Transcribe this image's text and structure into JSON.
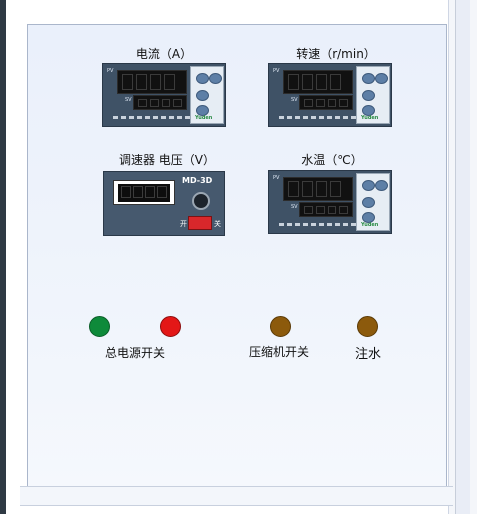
{
  "colors": {
    "lamp_power_on": "#0e8a3a",
    "lamp_power_off": "#e31717",
    "lamp_compressor": "#8c5a0c",
    "lamp_water": "#8c5a0c",
    "meter_body": "#3f5266",
    "cabinet": "#eaf0fb"
  },
  "meters": {
    "current": {
      "label": "电流（A）",
      "pv_text": "PV",
      "sv_text": "SV",
      "brand": "Yuden"
    },
    "speed": {
      "label": "转速（r/min）",
      "pv_text": "PV",
      "sv_text": "SV",
      "brand": "Yuden"
    },
    "water_temp": {
      "label": "水温（℃）",
      "pv_text": "PV",
      "sv_text": "SV",
      "brand": "Yuden"
    }
  },
  "speed_controller": {
    "label": "调速器 电压（V）",
    "model": "MD-3D",
    "switch_on_label": "开",
    "switch_off_label": "关"
  },
  "indicators": {
    "main_power_label": "总电源开关",
    "compressor_label": "压缩机开关",
    "water_fill_label": "注水"
  },
  "icons": {
    "left_arrow": "chevron-left-icon",
    "right_arrow": "cycle-icon",
    "up_arrow": "triangle-up-icon",
    "down_arrow": "triangle-down-icon"
  }
}
